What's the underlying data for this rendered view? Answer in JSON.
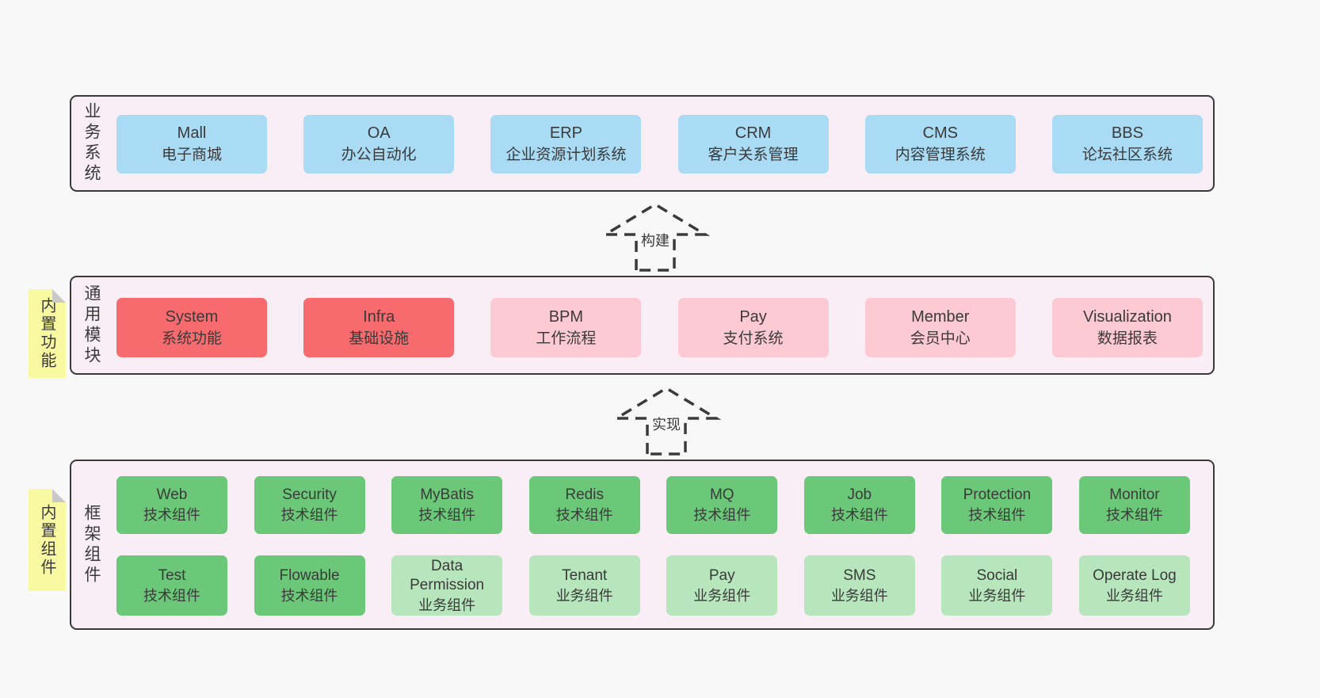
{
  "colors": {
    "page_bg": "#f8f8f8",
    "band_bg": "#f9edf6",
    "band_border": "#3a3a3a",
    "blue": "#a9dbf5",
    "red": "#f76b6e",
    "pink": "#fdc9d3",
    "green_dark": "#6ac878",
    "green_light": "#b7e5bc",
    "sticky_yellow": "#f9f9a2",
    "sticky_fold": "#c9c9c9",
    "text": "#3a3a3a"
  },
  "arrows": [
    {
      "label": "构建"
    },
    {
      "label": "实现"
    }
  ],
  "bands": [
    {
      "label": "业务系统",
      "boxes": [
        {
          "title": "Mall",
          "subtitle": "电子商城"
        },
        {
          "title": "OA",
          "subtitle": "办公自动化"
        },
        {
          "title": "ERP",
          "subtitle": "企业资源计划系统"
        },
        {
          "title": "CRM",
          "subtitle": "客户关系管理"
        },
        {
          "title": "CMS",
          "subtitle": "内容管理系统"
        },
        {
          "title": "BBS",
          "subtitle": "论坛社区系统"
        }
      ]
    },
    {
      "label": "通用模块",
      "sticky": "内置功能",
      "boxes": [
        {
          "title": "System",
          "subtitle": "系统功能"
        },
        {
          "title": "Infra",
          "subtitle": "基础设施"
        },
        {
          "title": "BPM",
          "subtitle": "工作流程"
        },
        {
          "title": "Pay",
          "subtitle": "支付系统"
        },
        {
          "title": "Member",
          "subtitle": "会员中心"
        },
        {
          "title": "Visualization",
          "subtitle": "数据报表"
        }
      ]
    },
    {
      "label": "框架组件",
      "sticky": "内置组件",
      "rows": [
        [
          {
            "title": "Web",
            "subtitle": "技术组件"
          },
          {
            "title": "Security",
            "subtitle": "技术组件"
          },
          {
            "title": "MyBatis",
            "subtitle": "技术组件"
          },
          {
            "title": "Redis",
            "subtitle": "技术组件"
          },
          {
            "title": "MQ",
            "subtitle": "技术组件"
          },
          {
            "title": "Job",
            "subtitle": "技术组件"
          },
          {
            "title": "Protection",
            "subtitle": "技术组件"
          },
          {
            "title": "Monitor",
            "subtitle": "技术组件"
          }
        ],
        [
          {
            "title": "Test",
            "subtitle": "技术组件"
          },
          {
            "title": "Flowable",
            "subtitle": "技术组件"
          },
          {
            "title": "Data Permission",
            "subtitle": "业务组件"
          },
          {
            "title": "Tenant",
            "subtitle": "业务组件"
          },
          {
            "title": "Pay",
            "subtitle": "业务组件"
          },
          {
            "title": "SMS",
            "subtitle": "业务组件"
          },
          {
            "title": "Social",
            "subtitle": "业务组件"
          },
          {
            "title": "Operate Log",
            "subtitle": "业务组件"
          }
        ]
      ]
    }
  ]
}
